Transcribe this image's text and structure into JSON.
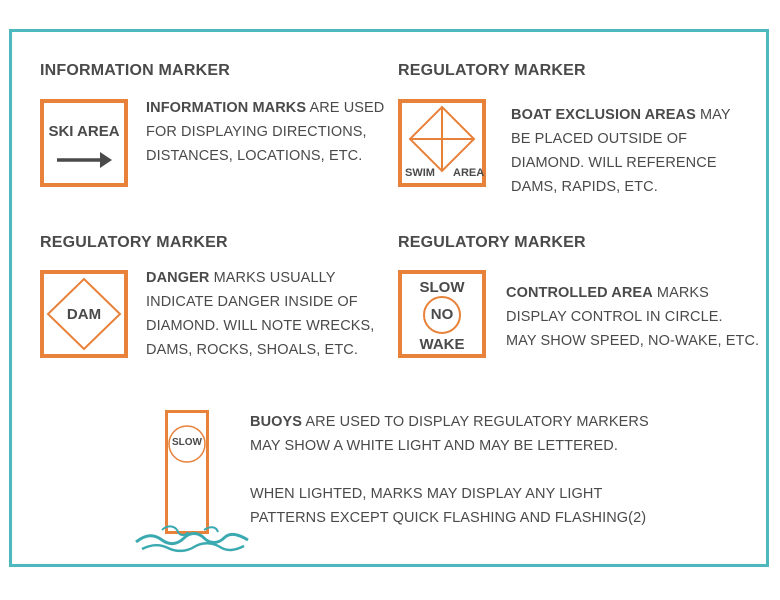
{
  "colors": {
    "border": "#4db8bd",
    "sign_orange": "#e8813a",
    "text": "#4a4a4a",
    "water": "#3aaab0"
  },
  "info": {
    "heading": "INFORMATION MARKER",
    "sign_text": "SKI AREA",
    "sign_icon": "arrow-right-icon",
    "desc_bold": "INFORMATION MARKS",
    "desc_rest1": " ARE USED",
    "desc_line2": "FOR DISPLAYING DIRECTIONS,",
    "desc_line3": "DISTANCES, LOCATIONS, ETC."
  },
  "exclusion": {
    "heading": "REGULATORY MARKER",
    "sign_left": "SWIM",
    "sign_right": "AREA",
    "desc_bold": "BOAT EXCLUSION AREAS",
    "desc_rest1": " MAY",
    "desc_line2": "BE PLACED OUTSIDE OF",
    "desc_line3": "DIAMOND. WILL REFERENCE",
    "desc_line4": "DAMS, RAPIDS, ETC."
  },
  "danger": {
    "heading": "REGULATORY MARKER",
    "sign_text": "DAM",
    "desc_bold": "DANGER",
    "desc_rest1": " MARKS USUALLY",
    "desc_line2": "INDICATE DANGER INSIDE OF",
    "desc_line3": "DIAMOND. WILL NOTE WRECKS,",
    "desc_line4": "DAMS, ROCKS, SHOALS, ETC."
  },
  "controlled": {
    "heading": "REGULATORY MARKER",
    "sign_top": "SLOW",
    "sign_mid": "NO",
    "sign_bottom": "WAKE",
    "desc_bold": "CONTROLLED AREA",
    "desc_rest1": " MARKS",
    "desc_line2": "DISPLAY CONTROL IN CIRCLE.",
    "desc_line3": "MAY SHOW SPEED, NO-WAKE, ETC."
  },
  "buoy": {
    "sign_text": "SLOW",
    "water_icon": "water-waves-icon",
    "desc_bold": "BUOYS",
    "desc_rest1": " ARE USED TO DISPLAY REGULATORY MARKERS",
    "desc_line2": "MAY SHOW A WHITE LIGHT AND MAY BE LETTERED.",
    "desc_line3": "WHEN LIGHTED, MARKS MAY DISPLAY ANY LIGHT",
    "desc_line4": "PATTERNS EXCEPT QUICK FLASHING AND FLASHING(2)"
  }
}
